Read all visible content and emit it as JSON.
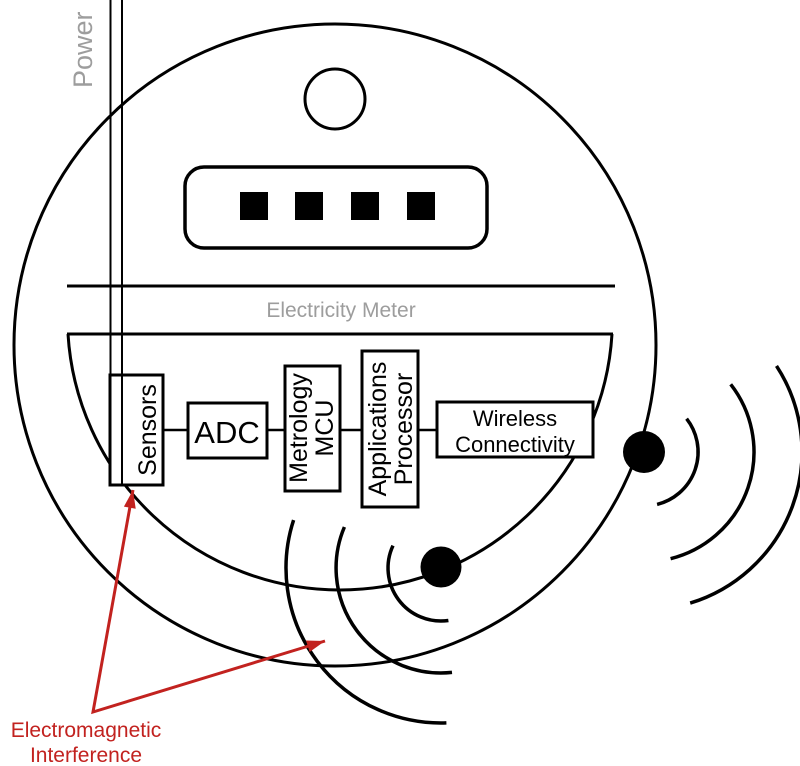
{
  "colors": {
    "ink": "#000000",
    "muted": "#9d9d9d",
    "accent": "#c2221f",
    "bg": "#ffffff"
  },
  "diagram": {
    "power_label": "Power",
    "meter_label": "Electricity Meter",
    "blocks": {
      "sensors": "Sensors",
      "adc": "ADC",
      "metrology": [
        "Metrology",
        "MCU"
      ],
      "applications": [
        "Applications",
        "Processor"
      ],
      "wireless": [
        "Wireless",
        "Connectivity"
      ]
    },
    "annotation": {
      "line1": "Electromagnetic",
      "line2": "Interference"
    }
  }
}
